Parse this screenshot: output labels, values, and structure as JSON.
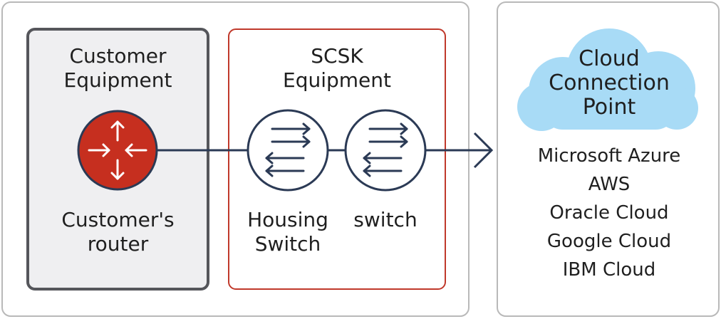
{
  "customer_equipment": {
    "title": "Customer\nEquipment",
    "router_label": "Customer's\nrouter",
    "router_icon": "router-icon"
  },
  "scsk_equipment": {
    "title": "SCSK\nEquipment",
    "housing_switch_label": "Housing\nSwitch",
    "switch_label": "switch",
    "switch_icon": "switch-icon"
  },
  "cloud": {
    "title": "Cloud\nConnection\nPoint",
    "providers": [
      "Microsoft Azure",
      "AWS",
      "Oracle Cloud",
      "Google Cloud",
      "IBM Cloud"
    ]
  },
  "colors": {
    "panel_border": "#b9b9b9",
    "customer_fill": "#efeff1",
    "customer_border": "#55565b",
    "scsk_border": "#c0392b",
    "router_fill": "#c62f1f",
    "line": "#2b3a55",
    "cloud_fill": "#a8dbf6"
  }
}
